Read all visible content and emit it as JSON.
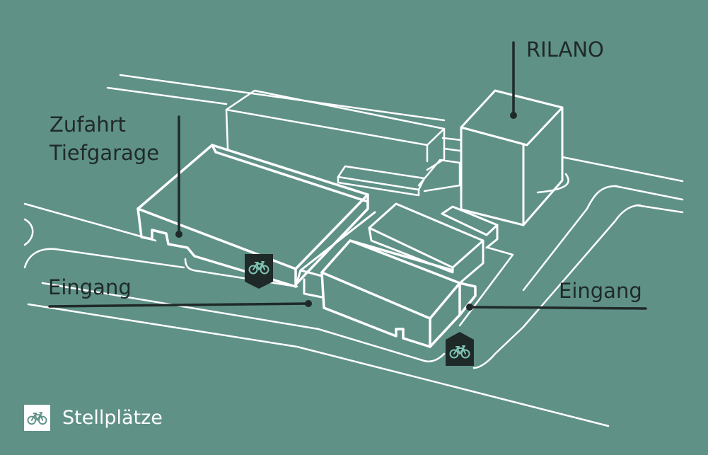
{
  "labels": {
    "rilano": "RILANO",
    "zufahrt_line1": "Zufahrt",
    "zufahrt_line2": "Tiefgarage",
    "eingang_left": "Eingang",
    "eingang_right": "Eingang"
  },
  "legend": {
    "text": "Stellplätze",
    "icon": "bicycle-icon"
  },
  "markers": {
    "icon": "bicycle-icon",
    "count": 2
  },
  "colors": {
    "background": "#5f9187",
    "outline": "#ffffff",
    "leader": "#1f2a28",
    "marker_fill": "#1f2a28",
    "marker_icon": "#7fc3b4"
  }
}
